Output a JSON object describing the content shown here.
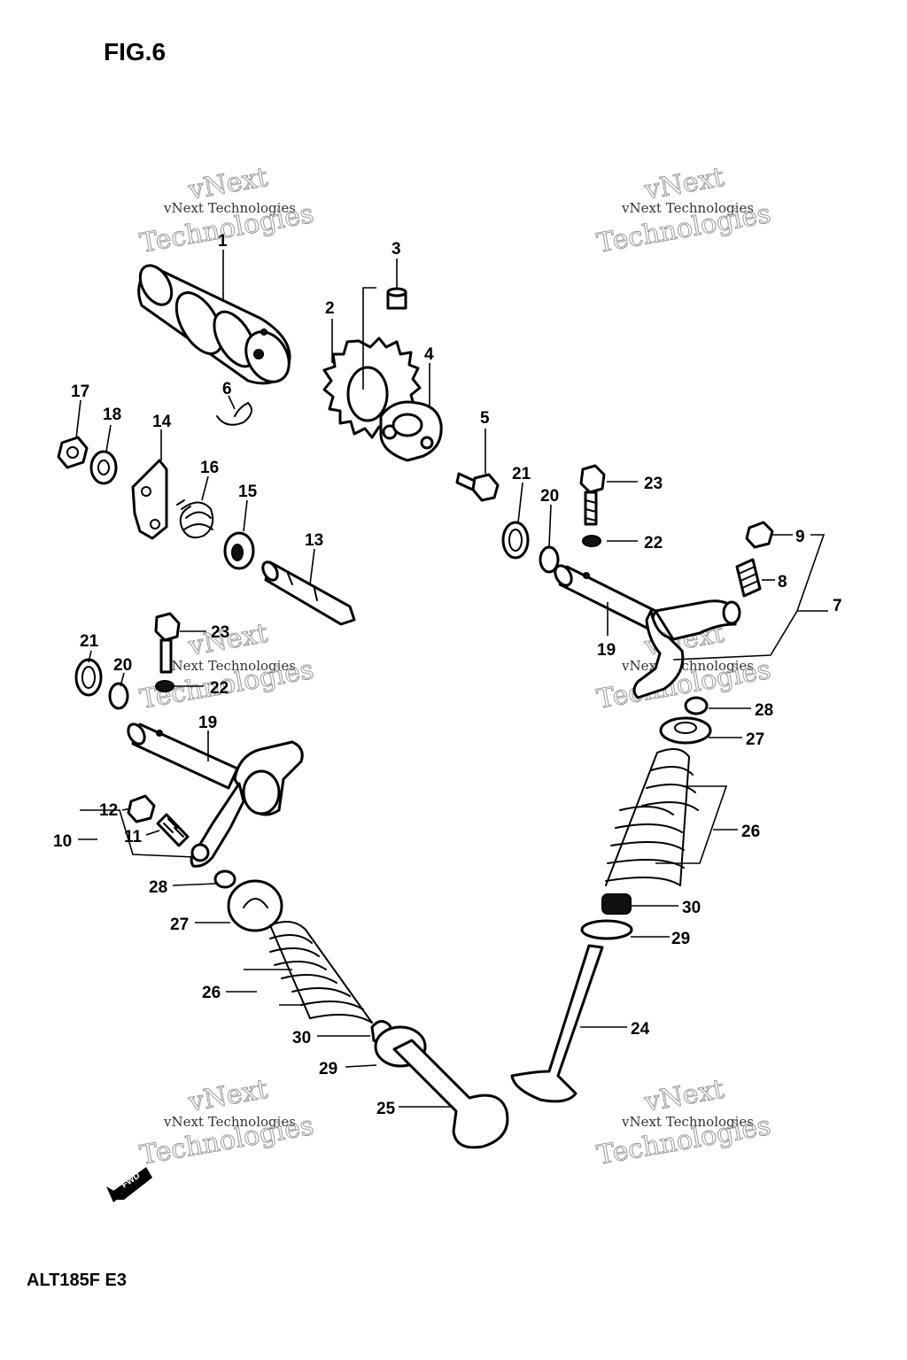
{
  "figure_title": "FIG.6",
  "model_code": "ALT185F E3",
  "fwd_marker": "FWD",
  "watermark": {
    "line1": "vNext Technologies",
    "line2": "vNext",
    "line3": "Technologies"
  },
  "callouts": {
    "c1": "1",
    "c2": "2",
    "c3": "3",
    "c4": "4",
    "c5": "5",
    "c6": "6",
    "c7": "7",
    "c8": "8",
    "c9": "9",
    "c10": "10",
    "c11": "11",
    "c12": "12",
    "c13": "13",
    "c14": "14",
    "c15": "15",
    "c16": "16",
    "c17": "17",
    "c18": "18",
    "c19a": "19",
    "c19b": "19",
    "c20a": "20",
    "c20b": "20",
    "c21a": "21",
    "c21b": "21",
    "c22a": "22",
    "c22b": "22",
    "c23a": "23",
    "c23b": "23",
    "c24": "24",
    "c25": "25",
    "c26a": "26",
    "c26b": "26",
    "c27a": "27",
    "c27b": "27",
    "c28a": "28",
    "c28b": "28",
    "c29a": "29",
    "c29b": "29",
    "c30a": "30",
    "c30b": "30"
  }
}
